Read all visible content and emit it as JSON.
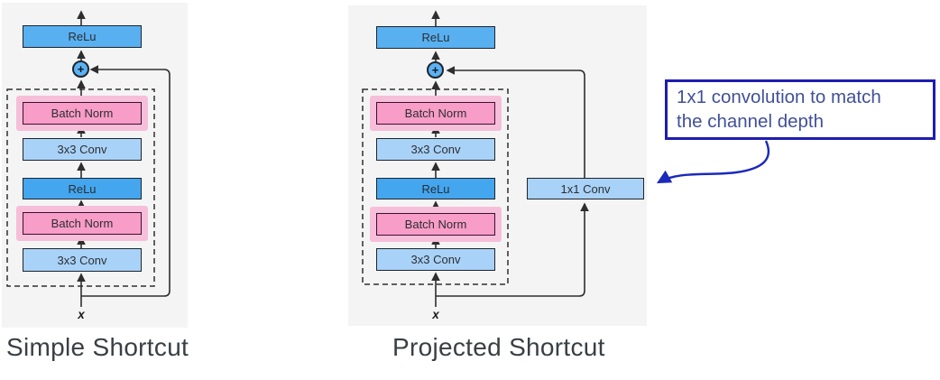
{
  "palette": {
    "panel_bg": "#f4f4f5",
    "relu_fill": "#58b0f1",
    "relu_mid_fill": "#43a6ef",
    "conv_fill": "#a9d2f8",
    "batch_norm_fill": "#f89cc8",
    "batch_norm_halo": "#f7bed9",
    "line_color": "#2e2e2e",
    "annotation_blue": "#1d1db1"
  },
  "left_diagram": {
    "title": "Simple Shortcut",
    "input_label": "x",
    "sum_symbol": "+",
    "output_block": "ReLu",
    "stack": {
      "bn_top": "Batch Norm",
      "conv_top": "3x3 Conv",
      "relu_mid": "ReLu",
      "bn_bottom": "Batch Norm",
      "conv_bottom": "3x3 Conv"
    }
  },
  "right_diagram": {
    "title": "Projected Shortcut",
    "input_label": "x",
    "sum_symbol": "+",
    "output_block": "ReLu",
    "projection_block": "1x1 Conv",
    "stack": {
      "bn_top": "Batch Norm",
      "conv_top": "3x3 Conv",
      "relu_mid": "ReLu",
      "bn_bottom": "Batch Norm",
      "conv_bottom": "3x3 Conv"
    }
  },
  "annotation": {
    "line1": "1x1 convolution to match",
    "line2": "the channel depth"
  }
}
